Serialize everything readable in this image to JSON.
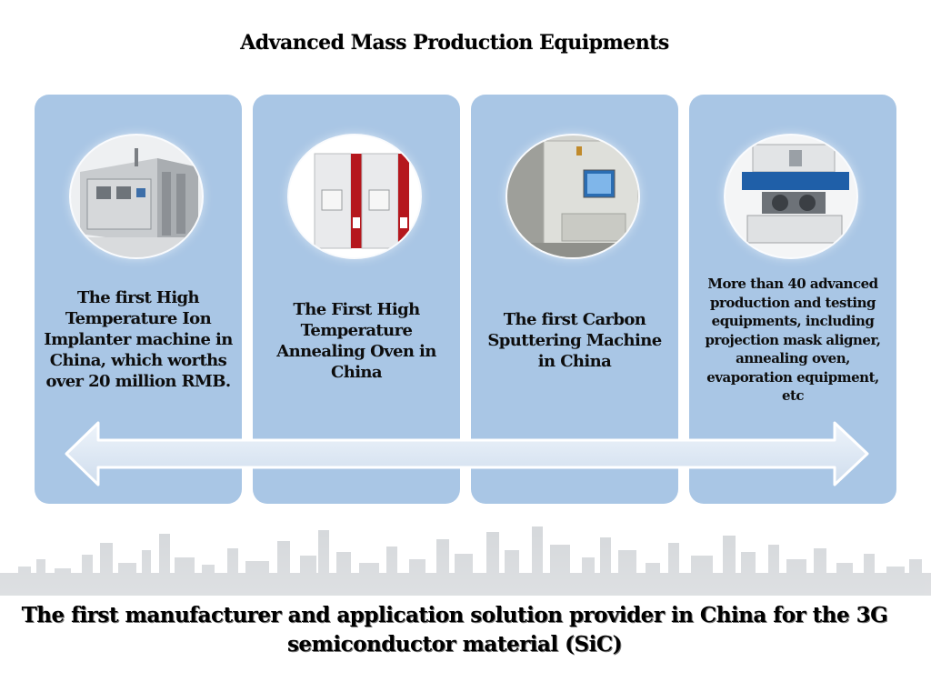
{
  "title": "Advanced Mass Production Equipments",
  "cards": [
    {
      "image_icon": "ion-implanter-machine-photo",
      "text": "The first High Temperature Ion Implanter machine in China, which worths over 20 million RMB."
    },
    {
      "image_icon": "annealing-oven-photo",
      "text": "The First High Temperature Annealing Oven in China"
    },
    {
      "image_icon": "carbon-sputtering-machine-photo",
      "text": "The first Carbon Sputtering Machine in China"
    },
    {
      "image_icon": "mask-aligner-photo",
      "text": "More than 40 advanced production and testing equipments, including projection mask aligner, annealing oven, evaporation equipment, etc"
    }
  ],
  "tagline": "The first manufacturer and application solution provider in China for the 3G semiconductor material (SiC)",
  "colors": {
    "card_bg": "#a9c6e5",
    "arrow_fill": "#dbe7f4",
    "arrow_stroke": "#ffffff"
  }
}
